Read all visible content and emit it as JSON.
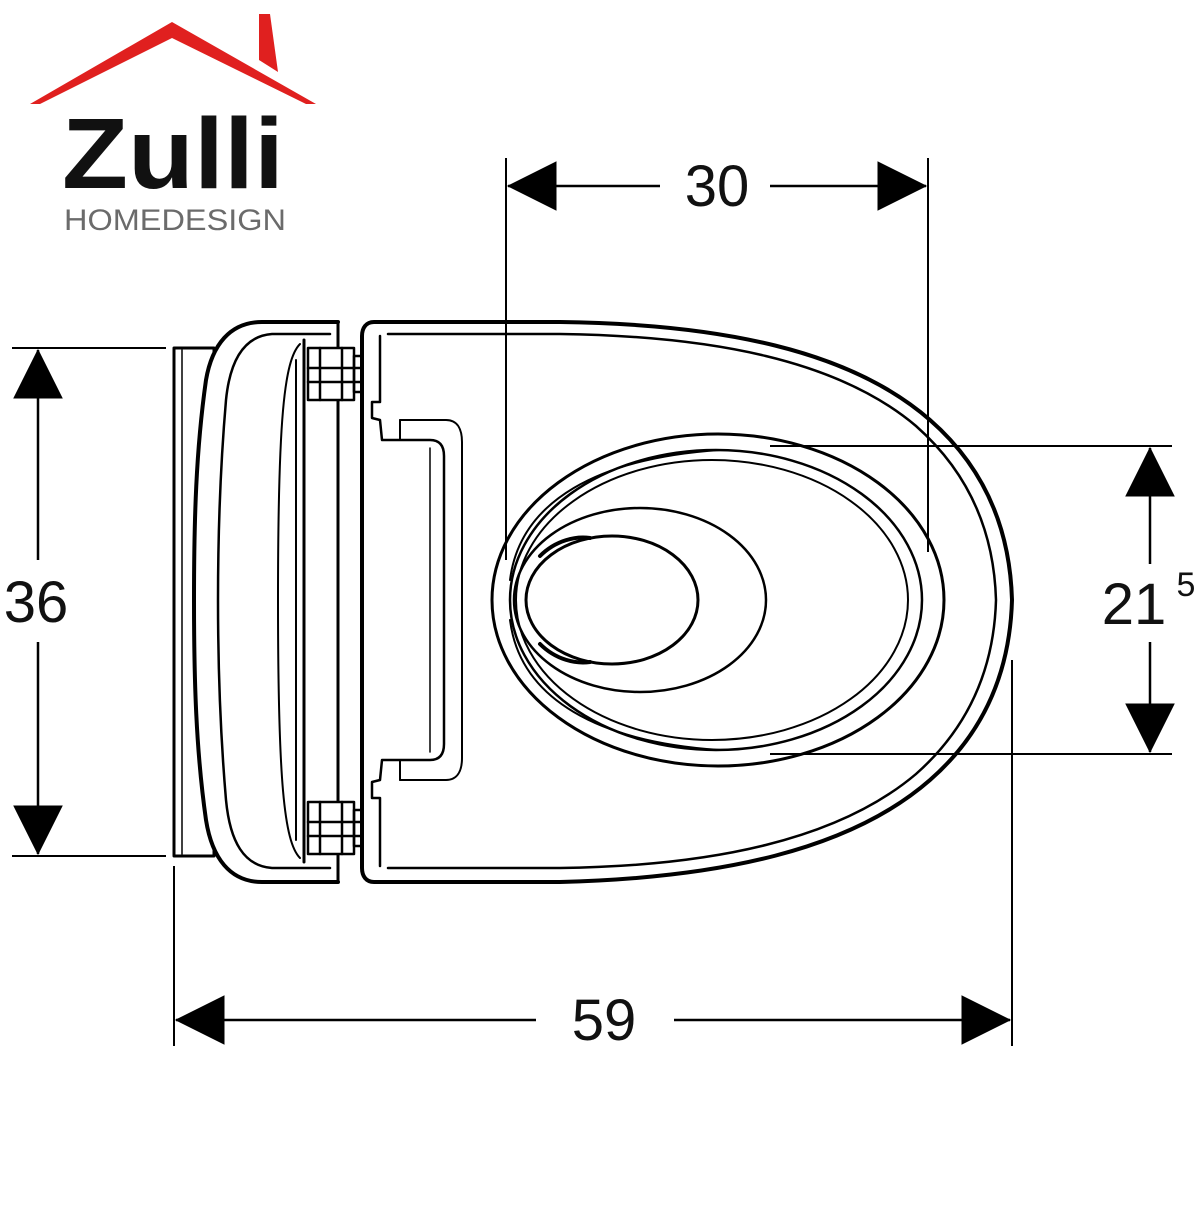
{
  "logo": {
    "brand": "Zulli",
    "tagline": "HOMEDESIGN",
    "roof_color": "#e0201f",
    "text_color": "#111111",
    "tagline_color": "#6b6b6b"
  },
  "dimensions": {
    "top_width": "30",
    "total_length": "59",
    "overall_width": "36",
    "opening_width_main": "21",
    "opening_width_sup": "5"
  },
  "colors": {
    "line": "#000000",
    "background": "#ffffff"
  }
}
